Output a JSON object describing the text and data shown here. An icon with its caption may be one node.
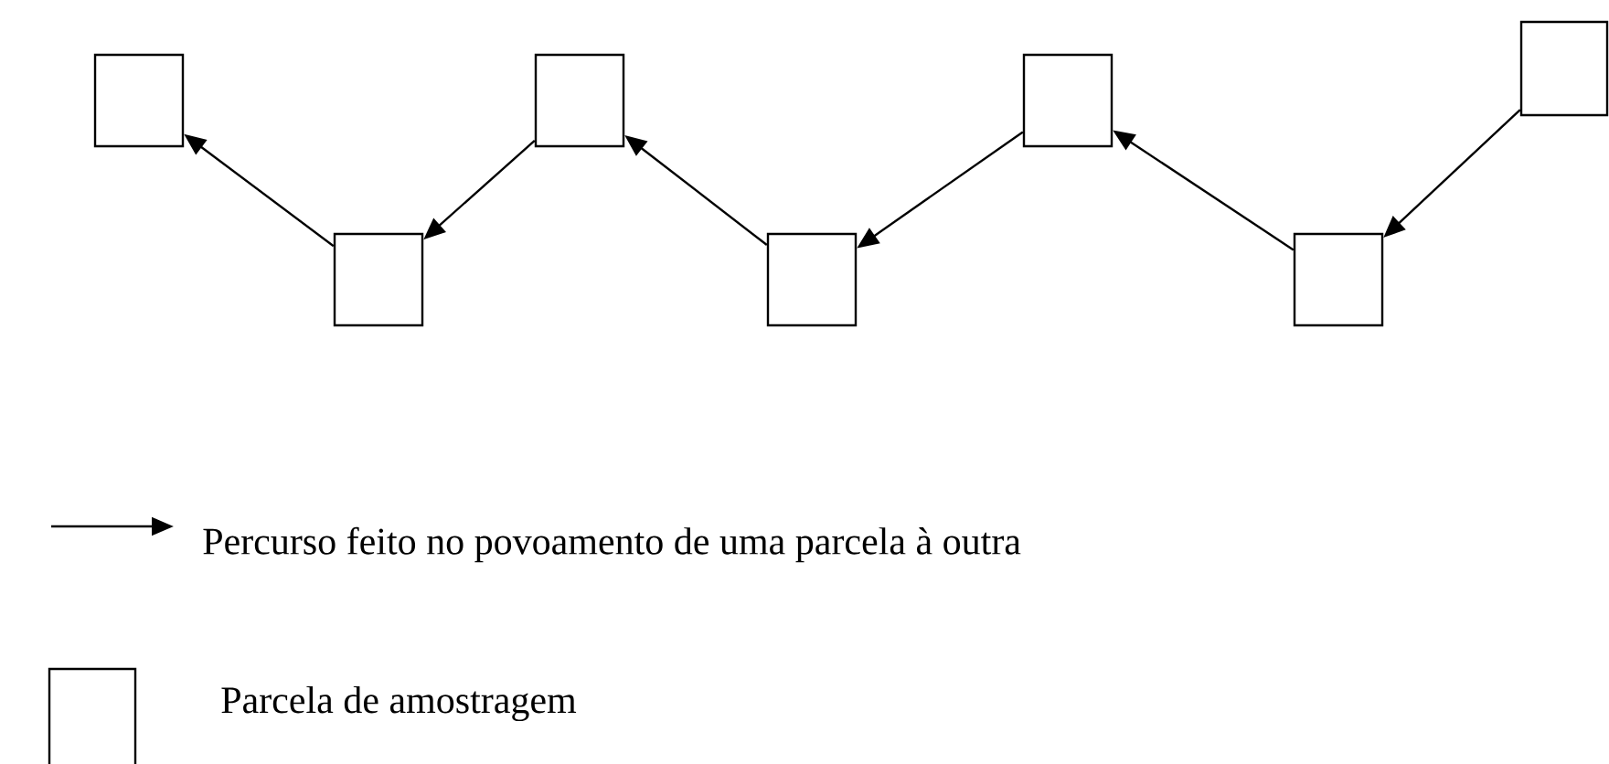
{
  "diagram": {
    "nodes": [
      {
        "text": [],
        "shape": "box"
      },
      {
        "text": [],
        "shape": "box"
      },
      {
        "text": [],
        "shape": "box"
      },
      {
        "text": [],
        "shape": "box"
      },
      {
        "text": [],
        "shape": "box"
      },
      {
        "text": [],
        "shape": "box"
      },
      {
        "text": [],
        "shape": "box"
      }
    ],
    "edges": [
      {
        "from": 1,
        "to": 0,
        "arrow": "to"
      },
      {
        "from": 2,
        "to": 1,
        "arrow": "to"
      },
      {
        "from": 3,
        "to": 2,
        "arrow": "to"
      },
      {
        "from": 4,
        "to": 3,
        "arrow": "to"
      },
      {
        "from": 5,
        "to": 4,
        "arrow": "to"
      },
      {
        "from": 6,
        "to": 5,
        "arrow": "to"
      }
    ],
    "legend": [
      {
        "text": "Percurso feito no povoamento de uma parcela à outra"
      },
      {
        "text": "Parcela de amostragem"
      }
    ]
  }
}
